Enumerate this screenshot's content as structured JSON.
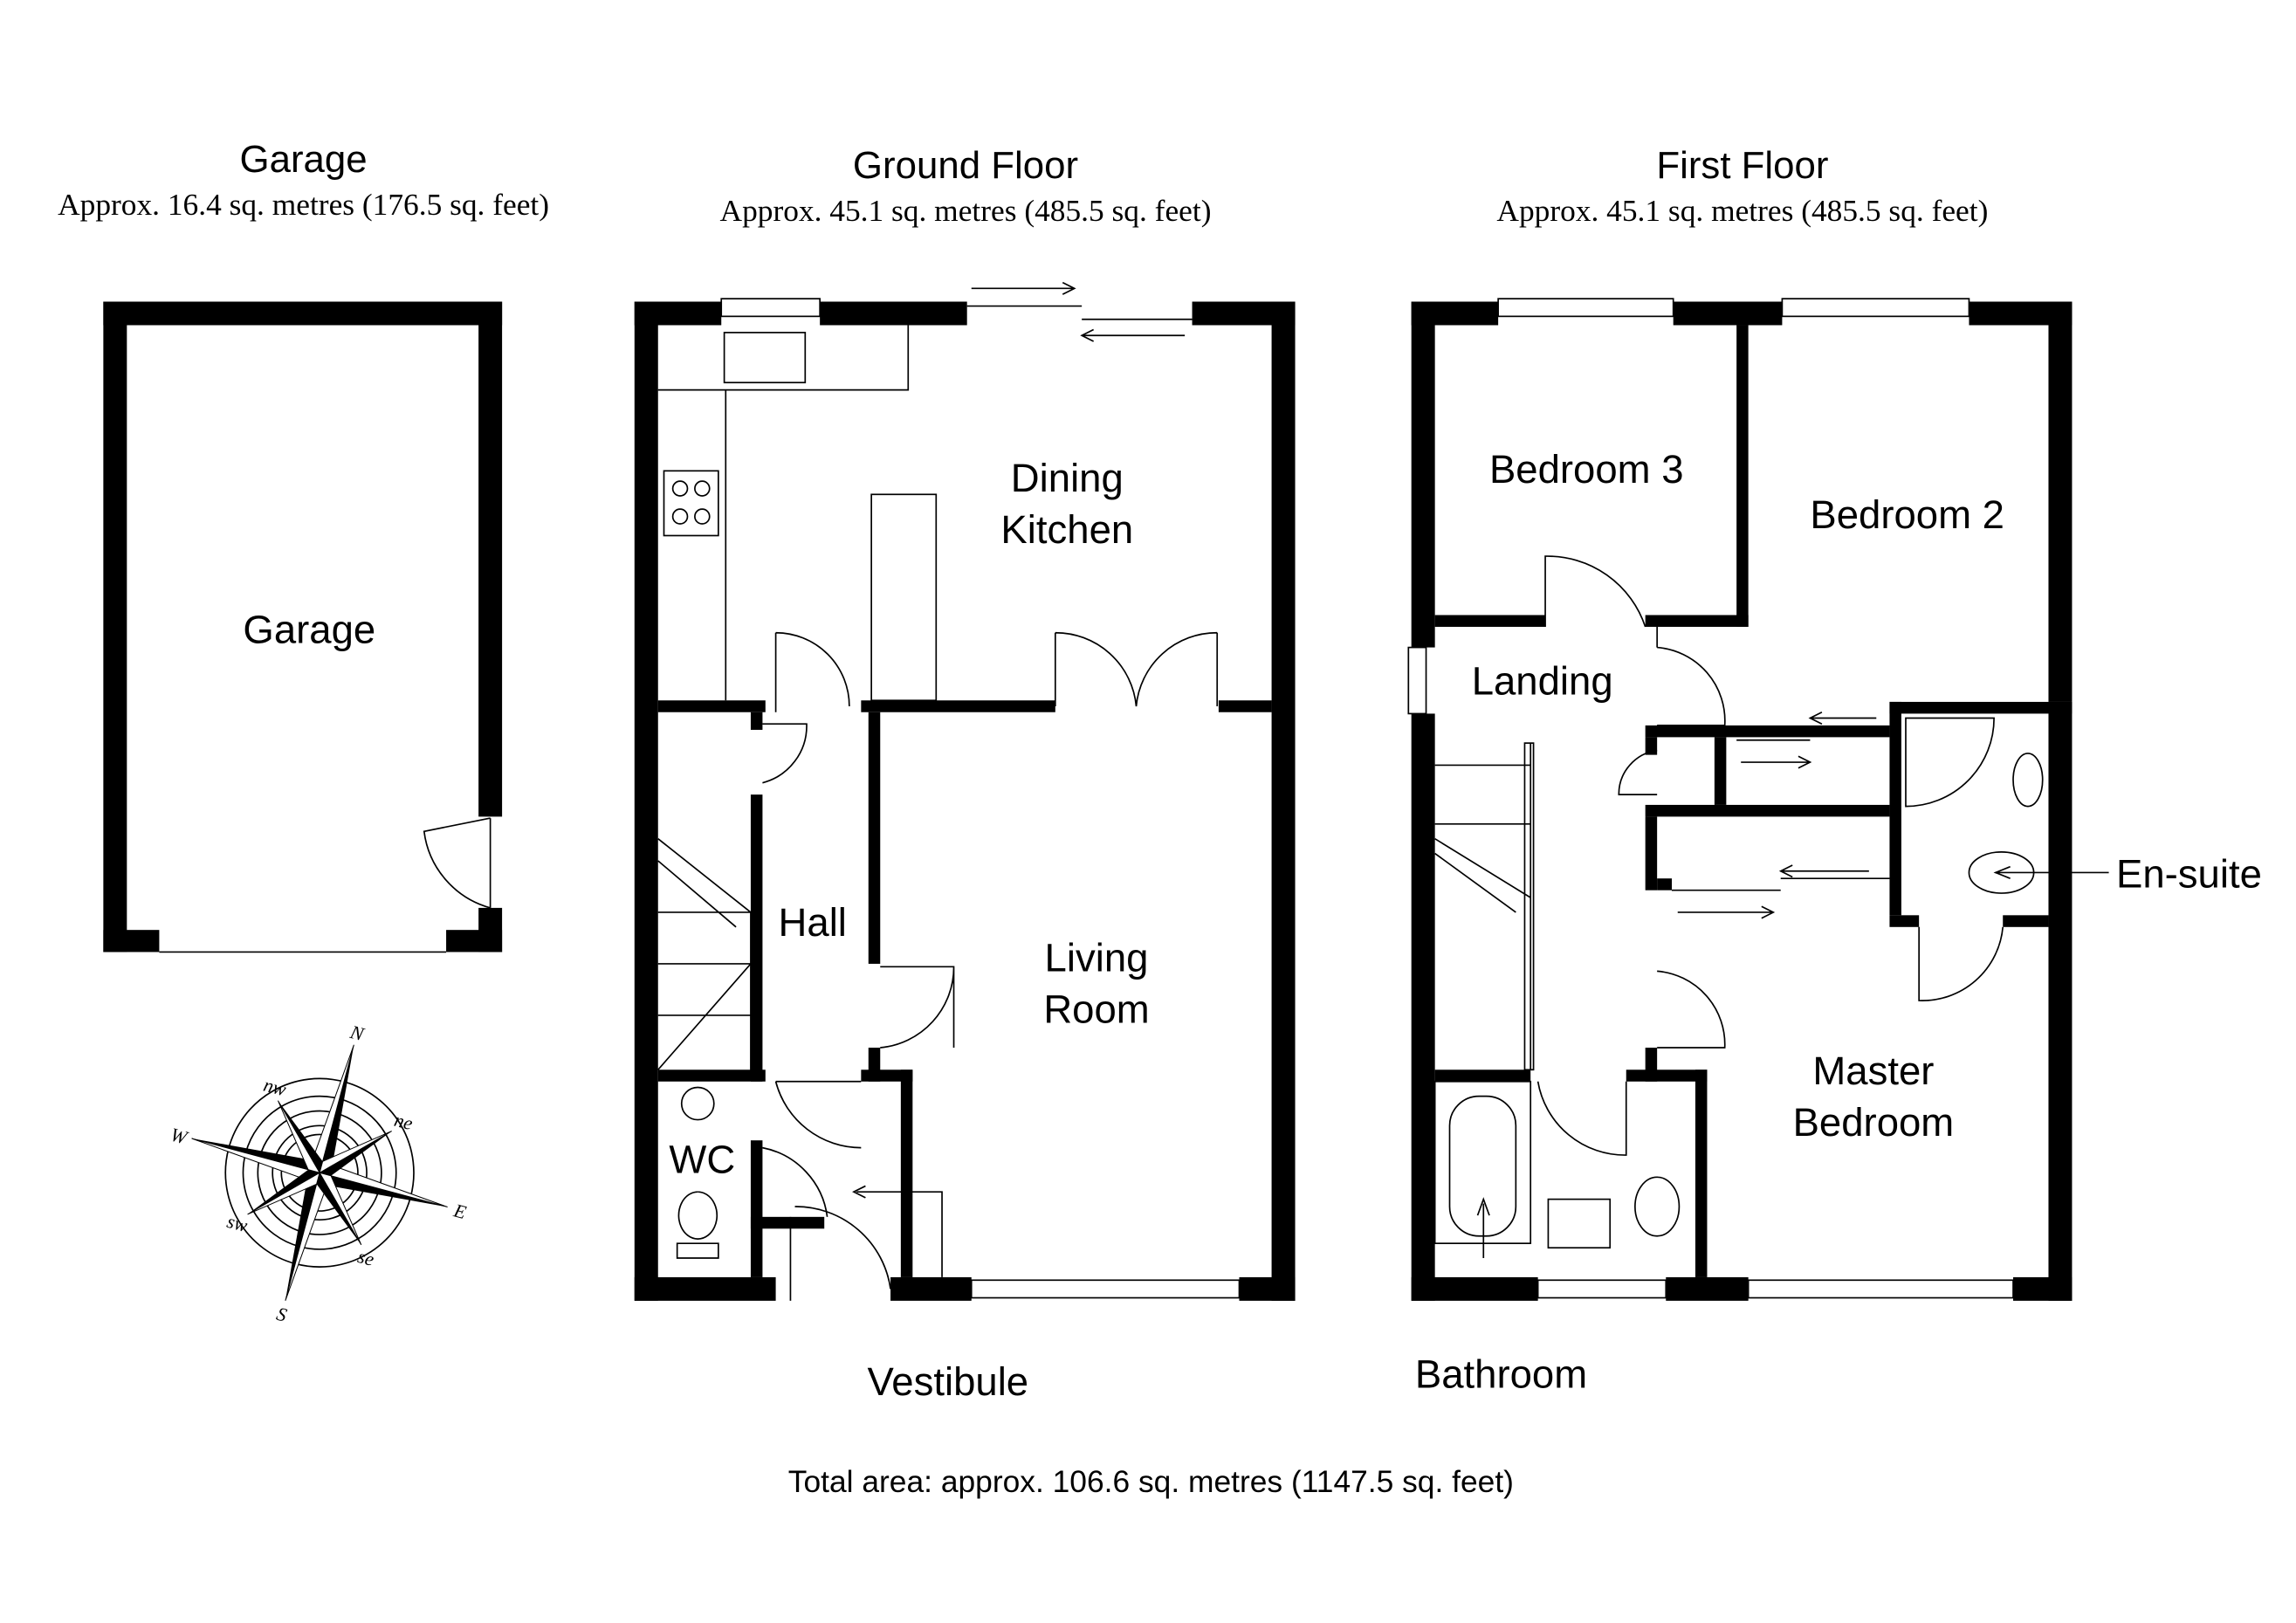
{
  "sections": {
    "garage": {
      "title": "Garage",
      "area": "Approx. 16.4 sq. metres (176.5 sq. feet)"
    },
    "ground_floor": {
      "title": "Ground Floor",
      "area": "Approx. 45.1 sq. metres (485.5 sq. feet)"
    },
    "first_floor": {
      "title": "First Floor",
      "area": "Approx. 45.1 sq. metres (485.5 sq. feet)"
    }
  },
  "rooms": {
    "garage": "Garage",
    "dining_kitchen": [
      "Dining",
      "Kitchen"
    ],
    "living_room": [
      "Living",
      "Room"
    ],
    "hall": "Hall",
    "wc": "WC",
    "vestibule": "Vestibule",
    "bedroom3": "Bedroom 3",
    "bedroom2": "Bedroom 2",
    "landing": "Landing",
    "ensuite": "En-suite",
    "master_bedroom": [
      "Master",
      "Bedroom"
    ],
    "bathroom": "Bathroom"
  },
  "compass": {
    "n": "N",
    "s": "S",
    "e": "E",
    "w": "W",
    "ne": "ne",
    "nw": "nw",
    "se": "se",
    "sw": "sw"
  },
  "total_area": "Total area: approx. 106.6 sq. metres (1147.5 sq. feet)"
}
